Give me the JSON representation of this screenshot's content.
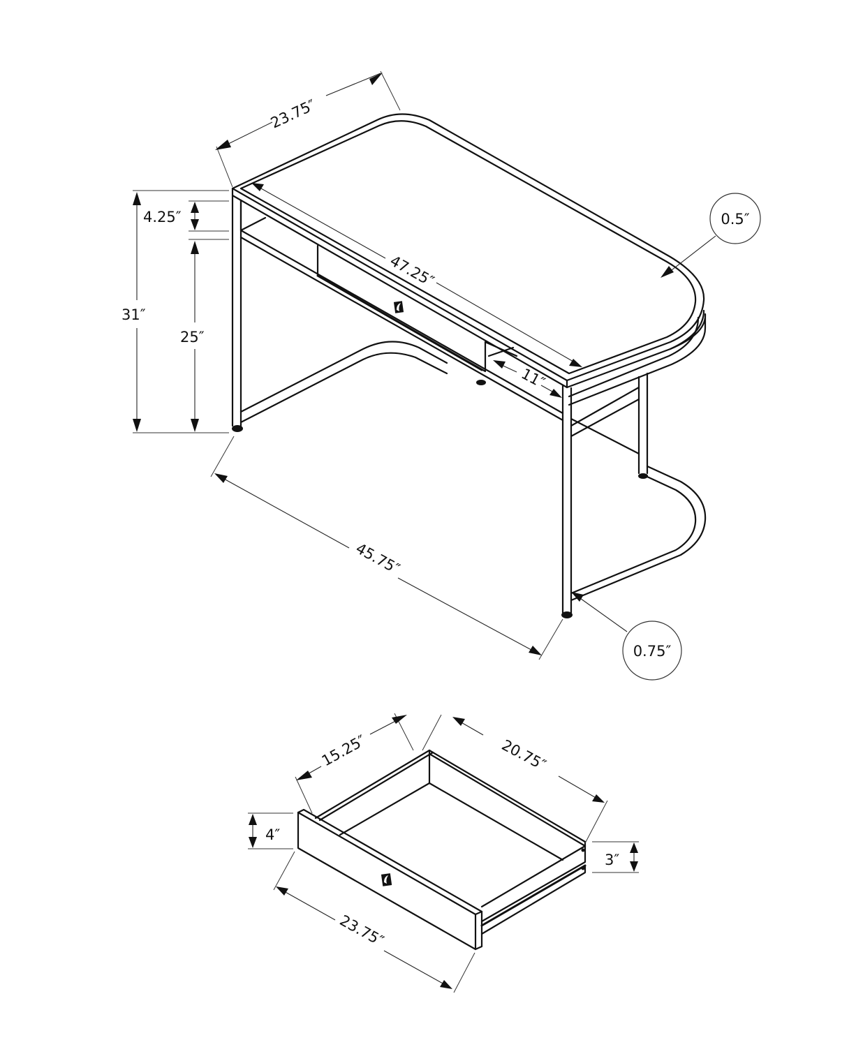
{
  "desk": {
    "top_depth": "23.75″",
    "top_width": "47.25″",
    "total_height": "31″",
    "apron_height": "4.25″",
    "leg_clearance": "25″",
    "inner_depth": "11″",
    "base_width": "45.75″",
    "top_thickness": "0.5″",
    "leg_thickness": "0.75″"
  },
  "drawer": {
    "width": "15.25″",
    "depth": "20.75″",
    "front_height": "4″",
    "side_height": "3″",
    "front_width": "23.75″"
  },
  "colors": {
    "line": "#111111",
    "background": "#ffffff"
  }
}
